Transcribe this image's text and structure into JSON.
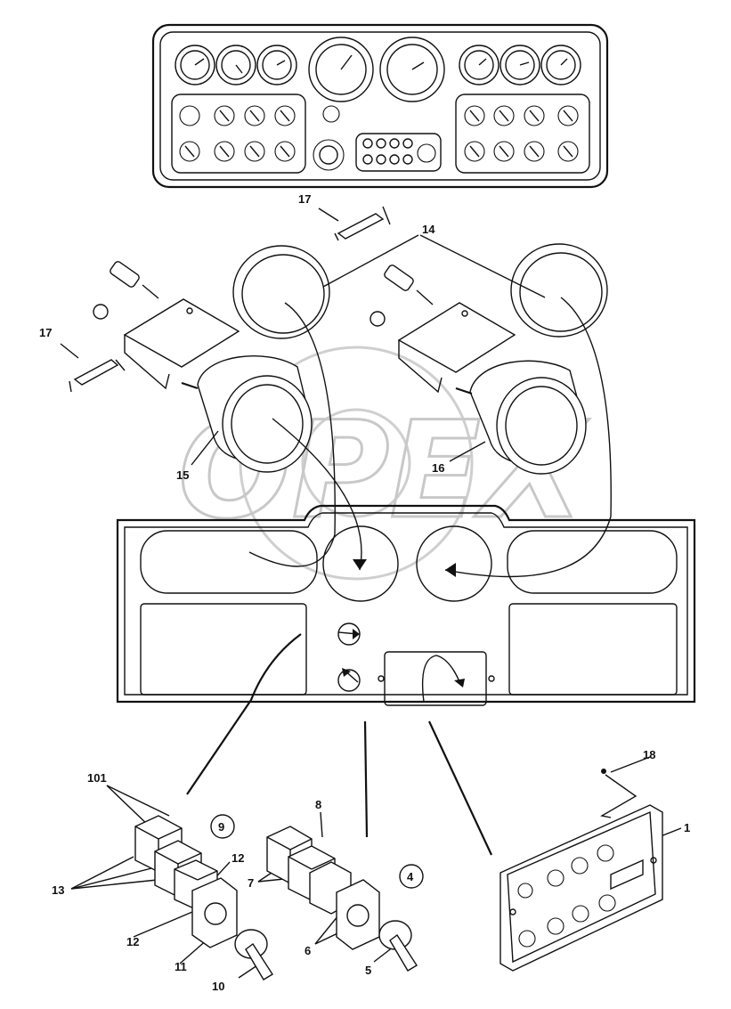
{
  "watermark_text": "OPEX",
  "callouts": {
    "c101": "101",
    "c1": "1",
    "c4": "4",
    "c5": "5",
    "c6": "6",
    "c7": "7",
    "c8": "8",
    "c9": "9",
    "c10": "10",
    "c11": "11",
    "c12a": "12",
    "c12b": "12",
    "c13": "13",
    "c14": "14",
    "c15": "15",
    "c16": "16",
    "c17a": "17",
    "c17b": "17",
    "c18": "18"
  }
}
